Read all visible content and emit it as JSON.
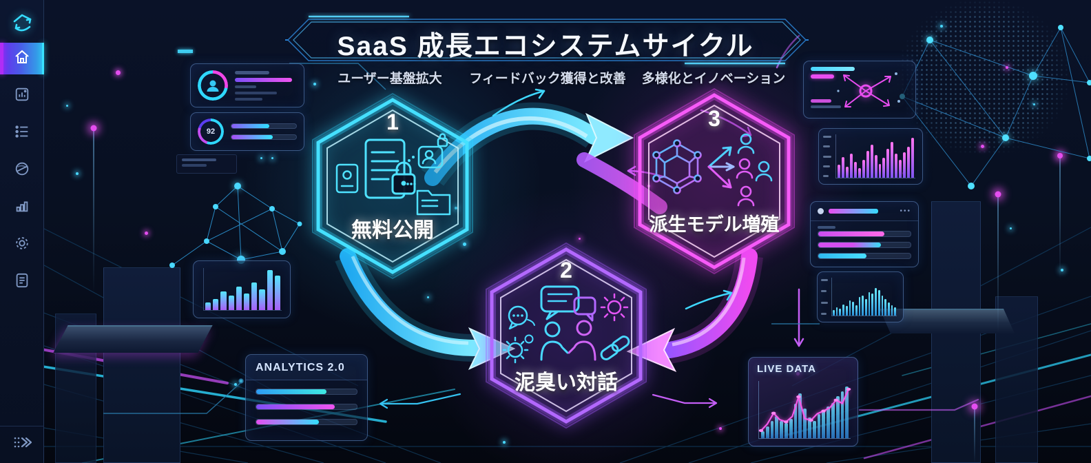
{
  "theme": {
    "colors": {
      "cyan": "#35dcff",
      "purple": "#9a55ff",
      "magenta": "#ef46f5",
      "bg": "#070d1c",
      "text": "#e8eefc"
    }
  },
  "sidebar": {
    "logo_icon": "app-logo-icon",
    "items": [
      {
        "id": "home",
        "icon": "home-icon",
        "active": true
      },
      {
        "id": "dashboard",
        "icon": "chart-panel-icon",
        "active": false
      },
      {
        "id": "list",
        "icon": "list-icon",
        "active": false
      },
      {
        "id": "network",
        "icon": "globe-icon",
        "active": false
      },
      {
        "id": "analytics",
        "icon": "bar-chart-icon",
        "active": false
      },
      {
        "id": "settings",
        "icon": "gear-icon",
        "active": false
      },
      {
        "id": "documents",
        "icon": "document-icon",
        "active": false
      }
    ],
    "expand_icon": "expand-icon"
  },
  "header": {
    "title": "SaaS 成長エコシステムサイクル",
    "subtitles": [
      "ユーザー基盤拡大",
      "フィードバック獲得と改善",
      "多様化とイノベーション"
    ]
  },
  "cycle": {
    "nodes": [
      {
        "number": "1",
        "label": "無料公開",
        "color": "#35dcff",
        "icons": [
          "document-lock-icon",
          "id-document-icon",
          "user-frame-lock-icon",
          "folder-icon"
        ]
      },
      {
        "number": "2",
        "label": "泥臭い対話",
        "color": "#9a55ff",
        "icons": [
          "typing-bubble-icon",
          "chat-bubbles-icon",
          "gear-icon",
          "gears-icon",
          "handshake-people-icon",
          "chain-link-icon"
        ]
      },
      {
        "number": "3",
        "label": "派生モデル増殖",
        "color": "#ef46f5",
        "icons": [
          "model-cube-icon",
          "branch-arrows-icon",
          "user-icon"
        ]
      }
    ]
  },
  "panels": {
    "user_card": {
      "icon": "user-avatar-icon"
    },
    "gauge": {
      "value": "92",
      "bars": [
        58,
        64
      ]
    },
    "analytics": {
      "title": "ANALYTICS 2.0",
      "bars": [
        70,
        78,
        62
      ]
    },
    "right_list": {
      "rows": [
        72,
        68,
        52
      ]
    },
    "live_data": {
      "title": "LIVE DATA"
    }
  },
  "chart_data": [
    {
      "id": "growth-bars-left",
      "type": "bar",
      "values": [
        18,
        26,
        44,
        34,
        56,
        40,
        66,
        50,
        95,
        82
      ]
    },
    {
      "id": "magenta-bars-right",
      "type": "bar",
      "values": [
        30,
        48,
        26,
        56,
        36,
        22,
        42,
        62,
        76,
        52,
        32,
        46,
        66,
        82,
        56,
        42,
        58,
        72,
        92
      ]
    },
    {
      "id": "cyan-bars-right",
      "type": "bar",
      "values": [
        14,
        22,
        18,
        30,
        26,
        40,
        36,
        28,
        50,
        52,
        44,
        62,
        58,
        72,
        68,
        52,
        44,
        34,
        28,
        22
      ]
    },
    {
      "id": "live-data",
      "type": "bar+line",
      "bars": [
        12,
        20,
        30,
        38,
        30,
        26,
        34,
        60,
        78,
        52,
        36,
        30,
        42,
        48,
        55,
        62,
        74,
        82,
        90
      ],
      "line": [
        14,
        26,
        46,
        34,
        30,
        40,
        76,
        36,
        33,
        45,
        50,
        56,
        70,
        64,
        90
      ]
    }
  ]
}
